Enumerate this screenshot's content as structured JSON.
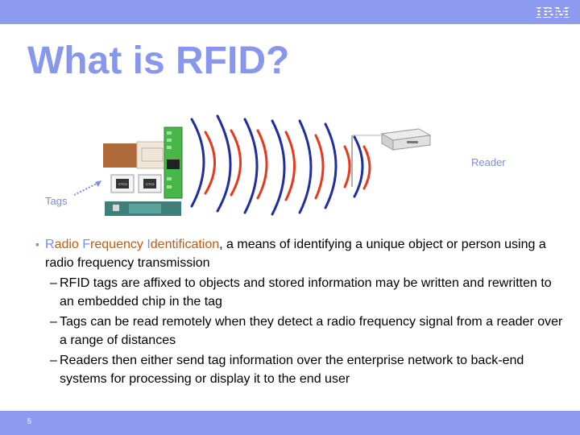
{
  "header": {
    "logo_text": "IBM",
    "bar_color": "#8c9af0"
  },
  "title": "What is RFID?",
  "figure": {
    "reader_label": "Reader",
    "tags_label": "Tags",
    "chip_text": "CTC3"
  },
  "bullets": {
    "main": {
      "term_r": "R",
      "term_rest1": "adio ",
      "term_f": "F",
      "term_rest2": "requency ",
      "term_i": "I",
      "term_rest3": "dentification",
      "rest": ", a means of identifying a unique object or person using a radio frequency transmission"
    },
    "sub": [
      "RFID tags are affixed to objects and stored information may be written and rewritten to an embedded chip in the tag",
      "Tags can be read remotely when they detect a radio frequency signal from a reader over a range of distances",
      "Readers then either send tag information over the enterprise network to back-end systems for processing or display it to the end user"
    ]
  },
  "footer": {
    "page_number": "5"
  },
  "colors": {
    "accent": "#7b8ee0",
    "wave_red": "#e8391e",
    "wave_blue": "#1f2fa0"
  }
}
